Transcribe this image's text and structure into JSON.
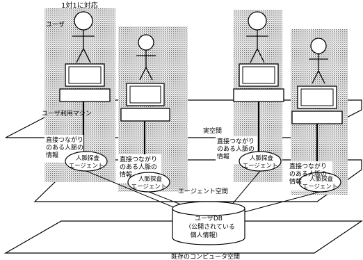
{
  "labels": {
    "one_to_one": "1対1に対応",
    "user": "ユーザ",
    "user_machine": "ユーザ利用マシン",
    "real_space": "実空間",
    "agent_space": "エージェント空間",
    "computer_space": "既存のコンピュータ空間"
  },
  "info_box": {
    "line1": "直接つながり",
    "line2": "のある人脈の",
    "line3": "情報"
  },
  "agent_label": {
    "line1": "人脈探査",
    "line2": "エージェント"
  },
  "db": {
    "line1": "ユーザDB",
    "line2": "（公開されている",
    "line3": "個人情報）"
  },
  "colors": {
    "stipple": "#9a9a9a",
    "ink": "#000000",
    "background": "#ffffff"
  }
}
